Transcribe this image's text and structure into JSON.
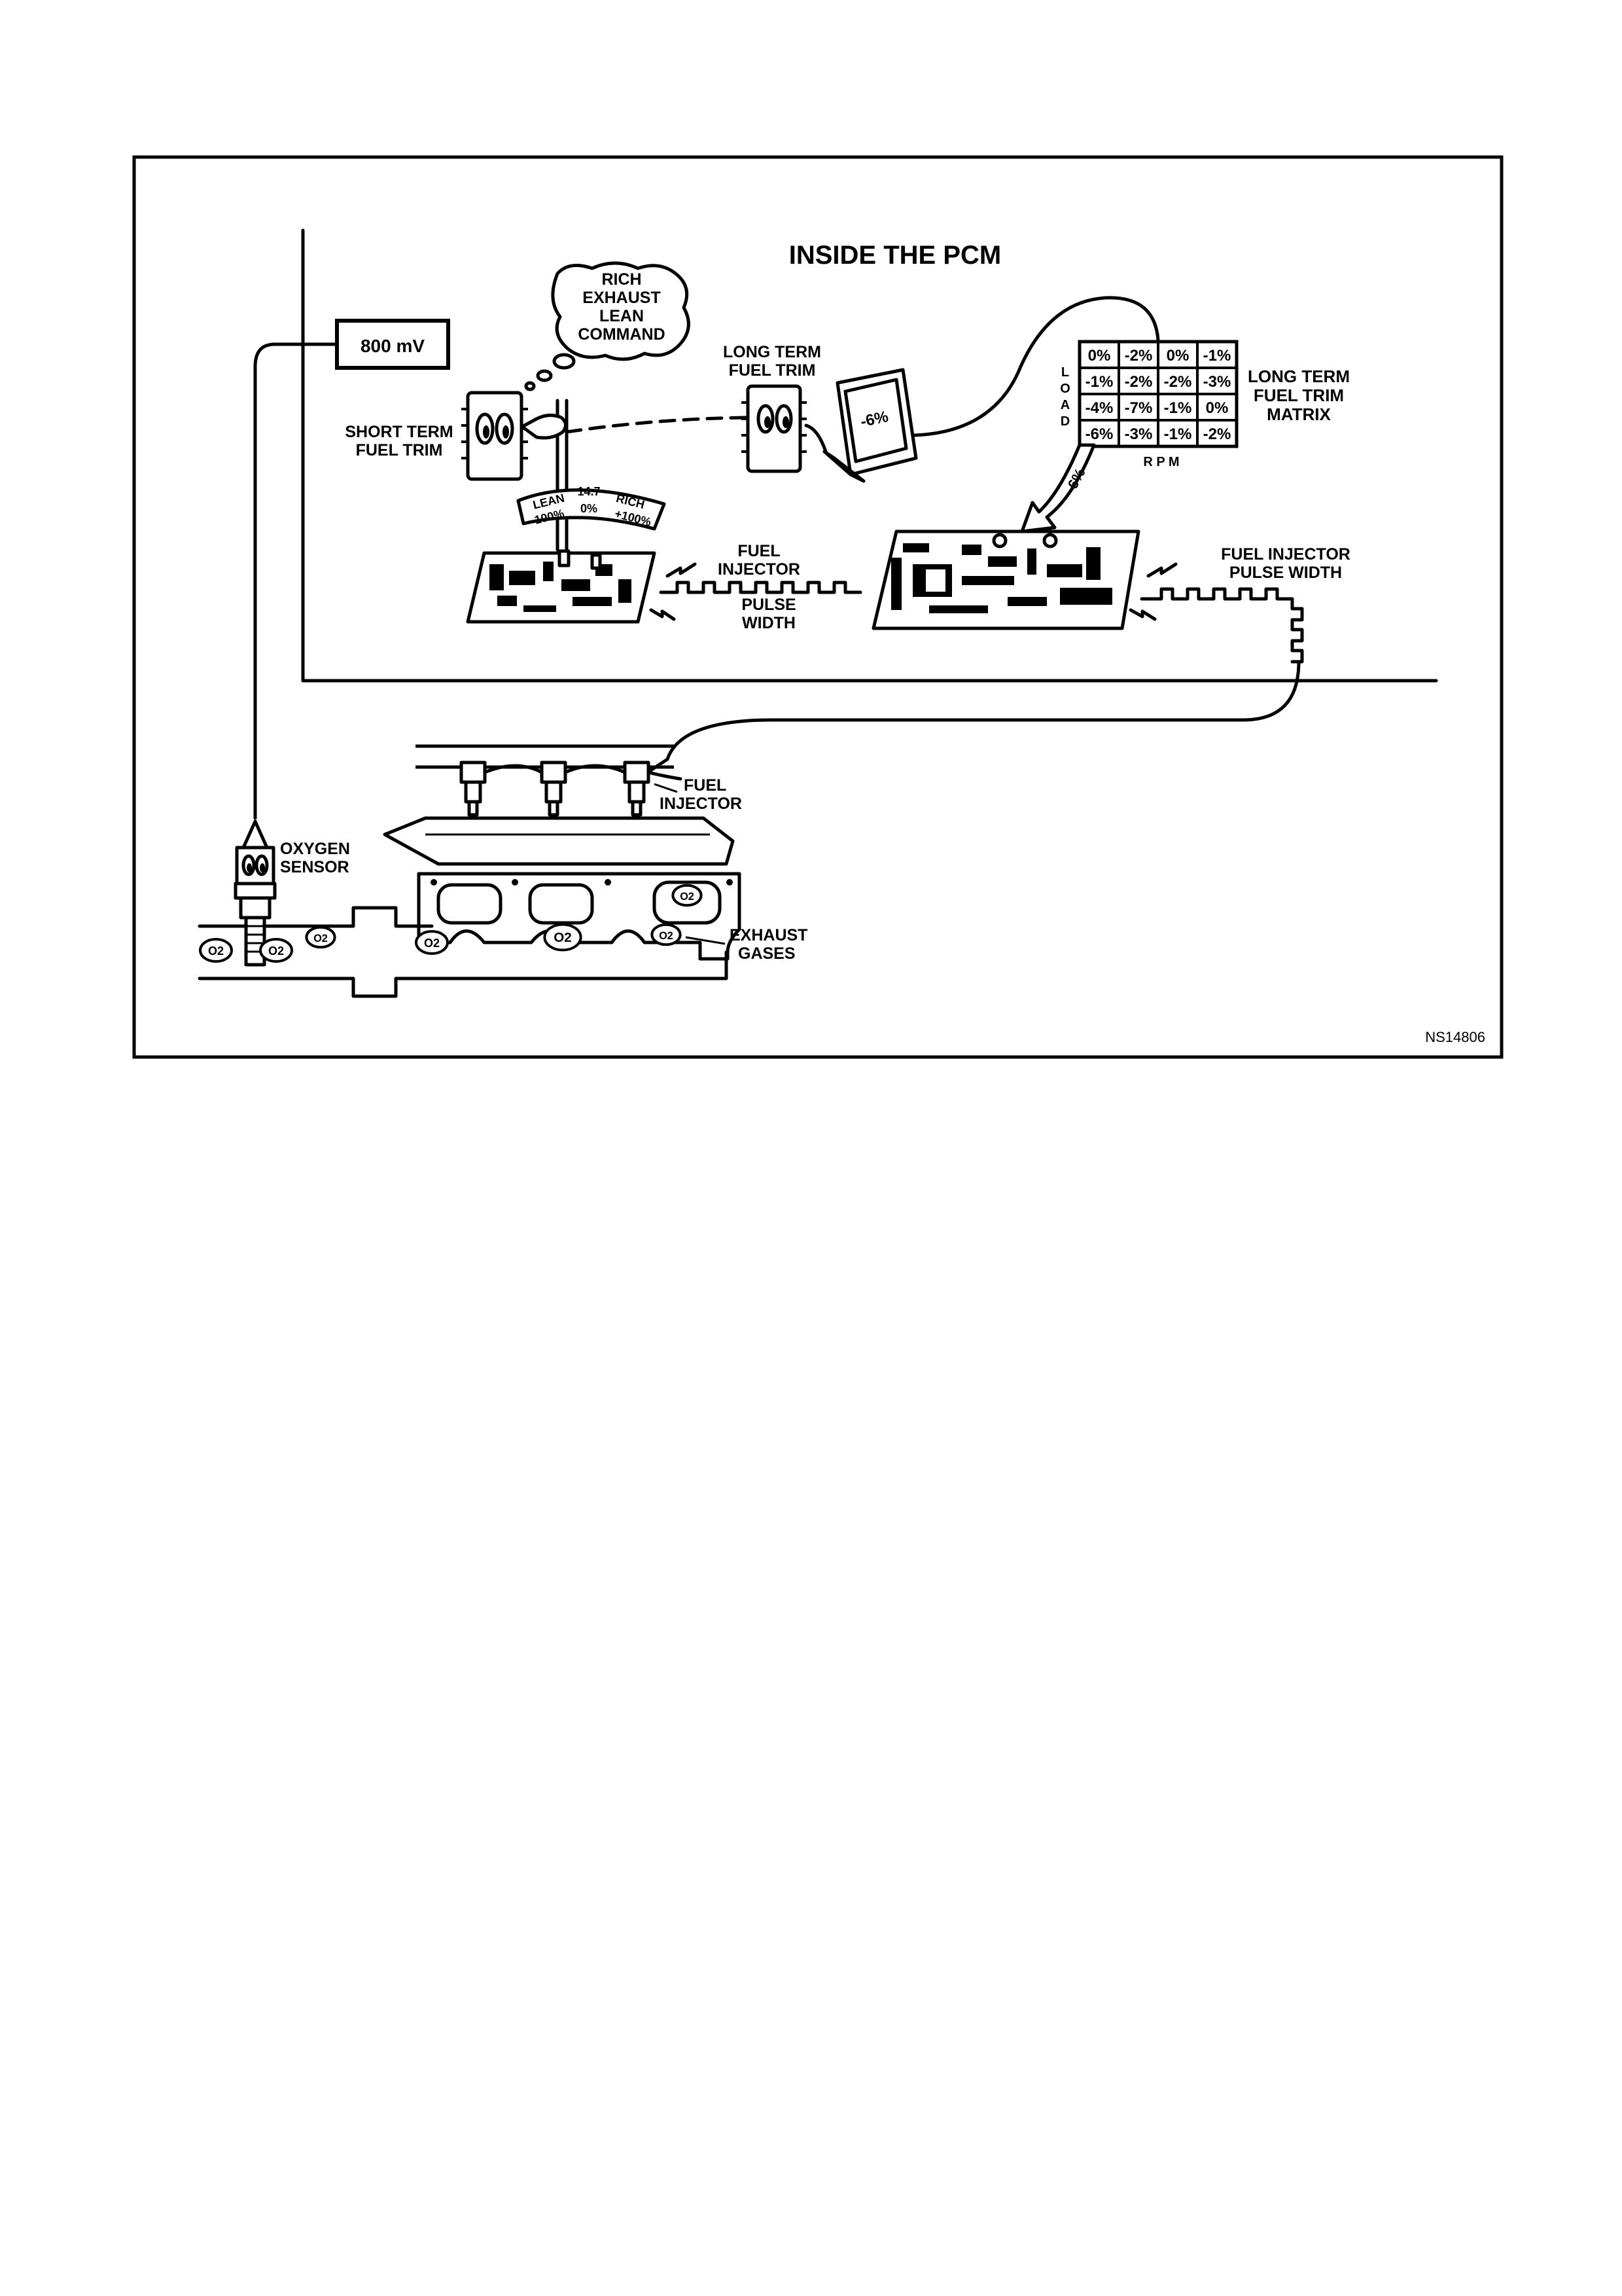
{
  "figure": {
    "title": "INSIDE THE PCM",
    "figure_id": "NS14806"
  },
  "labels": {
    "sensor_voltage": "800 mV",
    "thought_line1": "RICH",
    "thought_line2": "EXHAUST",
    "thought_line3": "LEAN",
    "thought_line4": "COMMAND",
    "short_term_line1": "SHORT TERM",
    "short_term_line2": "FUEL TRIM",
    "long_term_line1": "LONG TERM",
    "long_term_line2": "FUEL TRIM",
    "monitor_value": "-6%",
    "gauge_lean": "LEAN",
    "gauge_lean_value": "-100%",
    "gauge_mid": "14.7",
    "gauge_mid_value": "0%",
    "gauge_rich": "RICH",
    "gauge_rich_value": "+100%",
    "fip_left_line1": "FUEL",
    "fip_left_line2": "INJECTOR",
    "fip_left_line3": "PULSE",
    "fip_left_line4": "WIDTH",
    "fip_right_line1": "FUEL INJECTOR",
    "fip_right_line2": "PULSE WIDTH",
    "arrow_value": "-6%",
    "fuel_injector_line1": "FUEL",
    "fuel_injector_line2": "INJECTOR",
    "oxygen_line1": "OXYGEN",
    "oxygen_line2": "SENSOR",
    "exhaust_line1": "EXHAUST",
    "exhaust_line2": "GASES",
    "o2": "O2"
  },
  "matrix": {
    "title_line1": "LONG TERM",
    "title_line2": "FUEL TRIM",
    "title_line3": "MATRIX",
    "load_label": [
      "L",
      "O",
      "A",
      "D"
    ],
    "rpm_label": "R P M",
    "rows": [
      [
        "0%",
        "-2%",
        "0%",
        "-1%"
      ],
      [
        "-1%",
        "-2%",
        "-2%",
        "-3%"
      ],
      [
        "-4%",
        "-7%",
        "-1%",
        "0%"
      ],
      [
        "-6%",
        "-3%",
        "-1%",
        "-2%"
      ]
    ]
  }
}
